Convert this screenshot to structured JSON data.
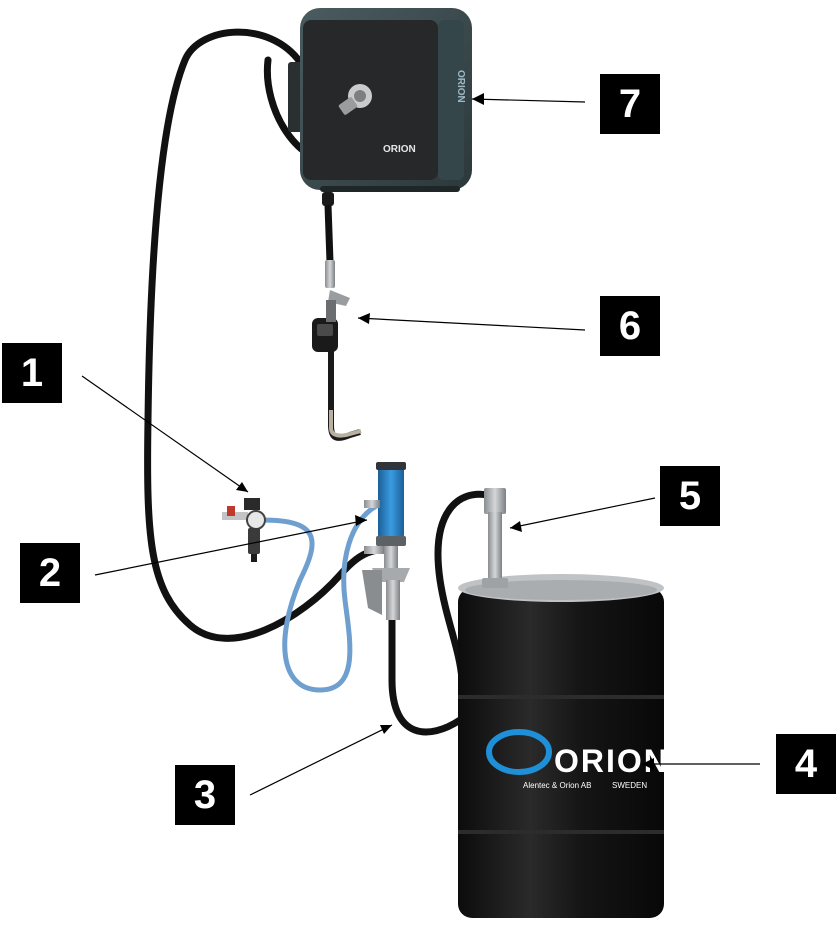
{
  "callouts": [
    {
      "number": "1",
      "target": "air-regulator"
    },
    {
      "number": "2",
      "target": "air-pump"
    },
    {
      "number": "3",
      "target": "pump-hose"
    },
    {
      "number": "4",
      "target": "drum"
    },
    {
      "number": "5",
      "target": "suction-tube"
    },
    {
      "number": "6",
      "target": "dispensing-gun"
    },
    {
      "number": "7",
      "target": "hose-reel"
    }
  ],
  "reel_brand": "ORION",
  "reel_side_brand": "ORION",
  "drum": {
    "brand": "ORION",
    "company": "Alentec & Orion AB",
    "country": "SWEDEN"
  },
  "colors": {
    "reel_body": "#3a4a4e",
    "reel_face": "#26282a",
    "pump": "#2a7fc4",
    "air_hose": "#6e9fcf",
    "drum": "#161616",
    "drum_lid": "#bfc3c6",
    "hose": "#111111",
    "brand_blue": "#1f8fd8"
  }
}
